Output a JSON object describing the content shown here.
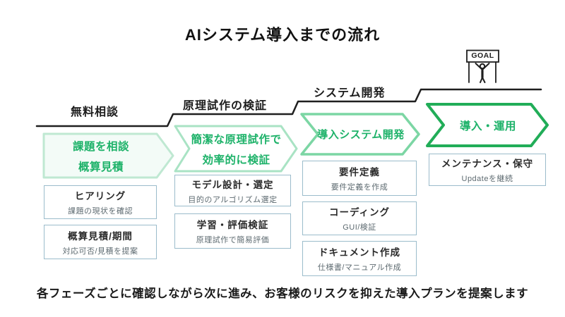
{
  "title": "AIシステム導入までの流れ",
  "footer": "各フェーズごとに確認しながら次に進み、お客様のリスクを抑えた導入プランを提案します",
  "goal_label": "GOAL",
  "phases": [
    {
      "label": "無料相談",
      "chevron_line1": "課題を相談",
      "chevron_line2": "概算見積",
      "steps": [
        {
          "title": "ヒアリング",
          "subtitle": "課題の現状を確認"
        },
        {
          "title": "概算見積/期間",
          "subtitle": "対応可否/見積を提案"
        }
      ]
    },
    {
      "label": "原理試作の検証",
      "chevron_line1": "簡潔な原理試作で",
      "chevron_line2": "効率的に検証",
      "steps": [
        {
          "title": "モデル設計・選定",
          "subtitle": "目的のアルゴリズム選定"
        },
        {
          "title": "学習・評価検証",
          "subtitle": "原理試作で簡易評価"
        }
      ]
    },
    {
      "label": "システム開発",
      "chevron_line1": "導入システム開発",
      "steps": [
        {
          "title": "要件定義",
          "subtitle": "要件定義を作成"
        },
        {
          "title": "コーディング",
          "subtitle": "GUI/検証"
        },
        {
          "title": "ドキュメント作成",
          "subtitle": "仕様書/マニュアル作成"
        }
      ]
    },
    {
      "label": "",
      "chevron_line1": "導入・運用",
      "steps": [
        {
          "title": "メンテナンス・保守",
          "subtitle": "Updateを継続"
        }
      ]
    }
  ],
  "colors": {
    "green_text": "#1db269",
    "phase1_border": "#bfe8d2",
    "phase1_fill": "#f3fbf7",
    "phase2_border": "#a9e3c4",
    "phase3_border": "#7cd6a4",
    "phase4_border": "#21ad58",
    "box_border": "#9bbccb",
    "line": "#1f1f1f"
  }
}
